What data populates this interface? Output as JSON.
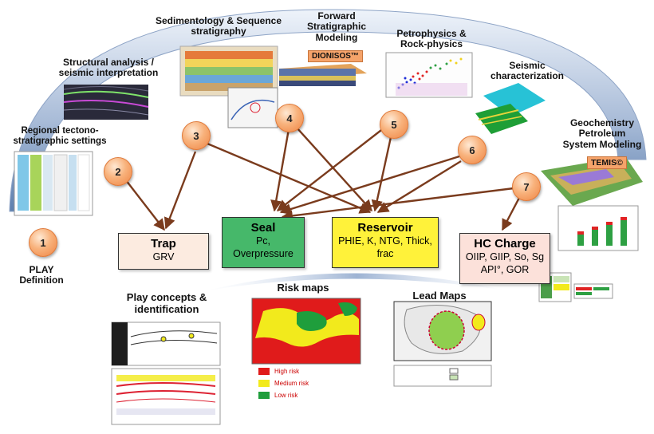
{
  "labels": {
    "sedimentology": [
      "Sedimentology & Sequence",
      "stratigraphy"
    ],
    "forward": [
      "Forward",
      "Stratigraphic",
      "Modeling"
    ],
    "petrophysics": [
      "Petrophysics &",
      "Rock-physics"
    ],
    "structural": [
      "Structural analysis /",
      "seismic interpretation"
    ],
    "seismic_char": [
      "Seismic",
      "characterization"
    ],
    "regional": [
      "Regional tectono-",
      "stratigraphic settings"
    ],
    "geochem": [
      "Geochemistry",
      "Petroleum",
      "System Modeling"
    ],
    "play_def": [
      "PLAY",
      "Definition"
    ],
    "play_concepts": [
      "Play concepts &",
      "identification"
    ],
    "risk_maps": "Risk maps",
    "lead_maps": "Lead Maps"
  },
  "tags": {
    "dionisos": "DIONISOS™",
    "temis": "TEMIS©"
  },
  "circles": [
    "1",
    "2",
    "3",
    "4",
    "5",
    "6",
    "7"
  ],
  "boxes": {
    "trap": {
      "title": "Trap",
      "sub": "GRV",
      "fill": "#fcebe0"
    },
    "seal": {
      "title": "Seal",
      "sub1": "Pc,",
      "sub2": "Overpressure",
      "fill": "#46b86a"
    },
    "reservoir": {
      "title": "Reservoir",
      "sub1": "PHIE, K, NTG, Thick,",
      "sub2": "frac",
      "fill": "#fff23a"
    },
    "hc": {
      "title": "HC  Charge",
      "sub1": "OIIP, GIIP, So, Sg",
      "sub2": "API°, GOR",
      "fill": "#fce1da"
    }
  },
  "risk_legend": [
    {
      "label": "High risk",
      "color": "#e01b1b"
    },
    {
      "label": "Medium risk",
      "color": "#f2ea1c"
    },
    {
      "label": "Low risk",
      "color": "#1f9e3c"
    }
  ],
  "colors": {
    "arrow": "#7a3b1d",
    "arc": "#9bb0cf",
    "circle": "#f29a5c"
  }
}
